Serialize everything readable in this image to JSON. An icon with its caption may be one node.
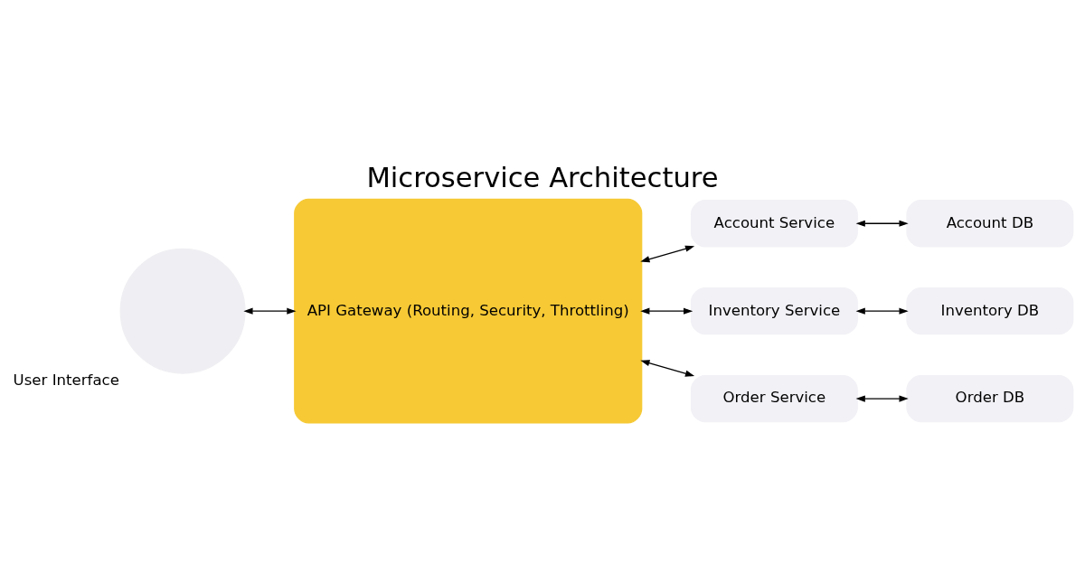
{
  "diagram": {
    "title": "Microservice Architecture",
    "nodes": [
      {
        "text": [],
        "shape": "circle",
        "beside": [
          "User Interface"
        ]
      },
      {
        "text": [
          "API Gateway (Routing, Security, Throttling)"
        ]
      },
      {
        "text": [
          "Account Service"
        ]
      },
      {
        "text": [
          "Inventory Service"
        ]
      },
      {
        "text": [
          "Order Service"
        ]
      },
      {
        "text": [
          "Account DB"
        ]
      },
      {
        "text": [
          "Inventory DB"
        ]
      },
      {
        "text": [
          "Order DB"
        ]
      }
    ],
    "edges": [
      {
        "from": 0,
        "to": 1,
        "arrow": "both"
      },
      {
        "from": 1,
        "to": 2,
        "arrow": "both"
      },
      {
        "from": 1,
        "to": 3,
        "arrow": "both"
      },
      {
        "from": 1,
        "to": 4,
        "arrow": "both"
      },
      {
        "from": 2,
        "to": 5,
        "arrow": "both"
      },
      {
        "from": 3,
        "to": 6,
        "arrow": "both"
      },
      {
        "from": 4,
        "to": 7,
        "arrow": "both"
      }
    ]
  }
}
